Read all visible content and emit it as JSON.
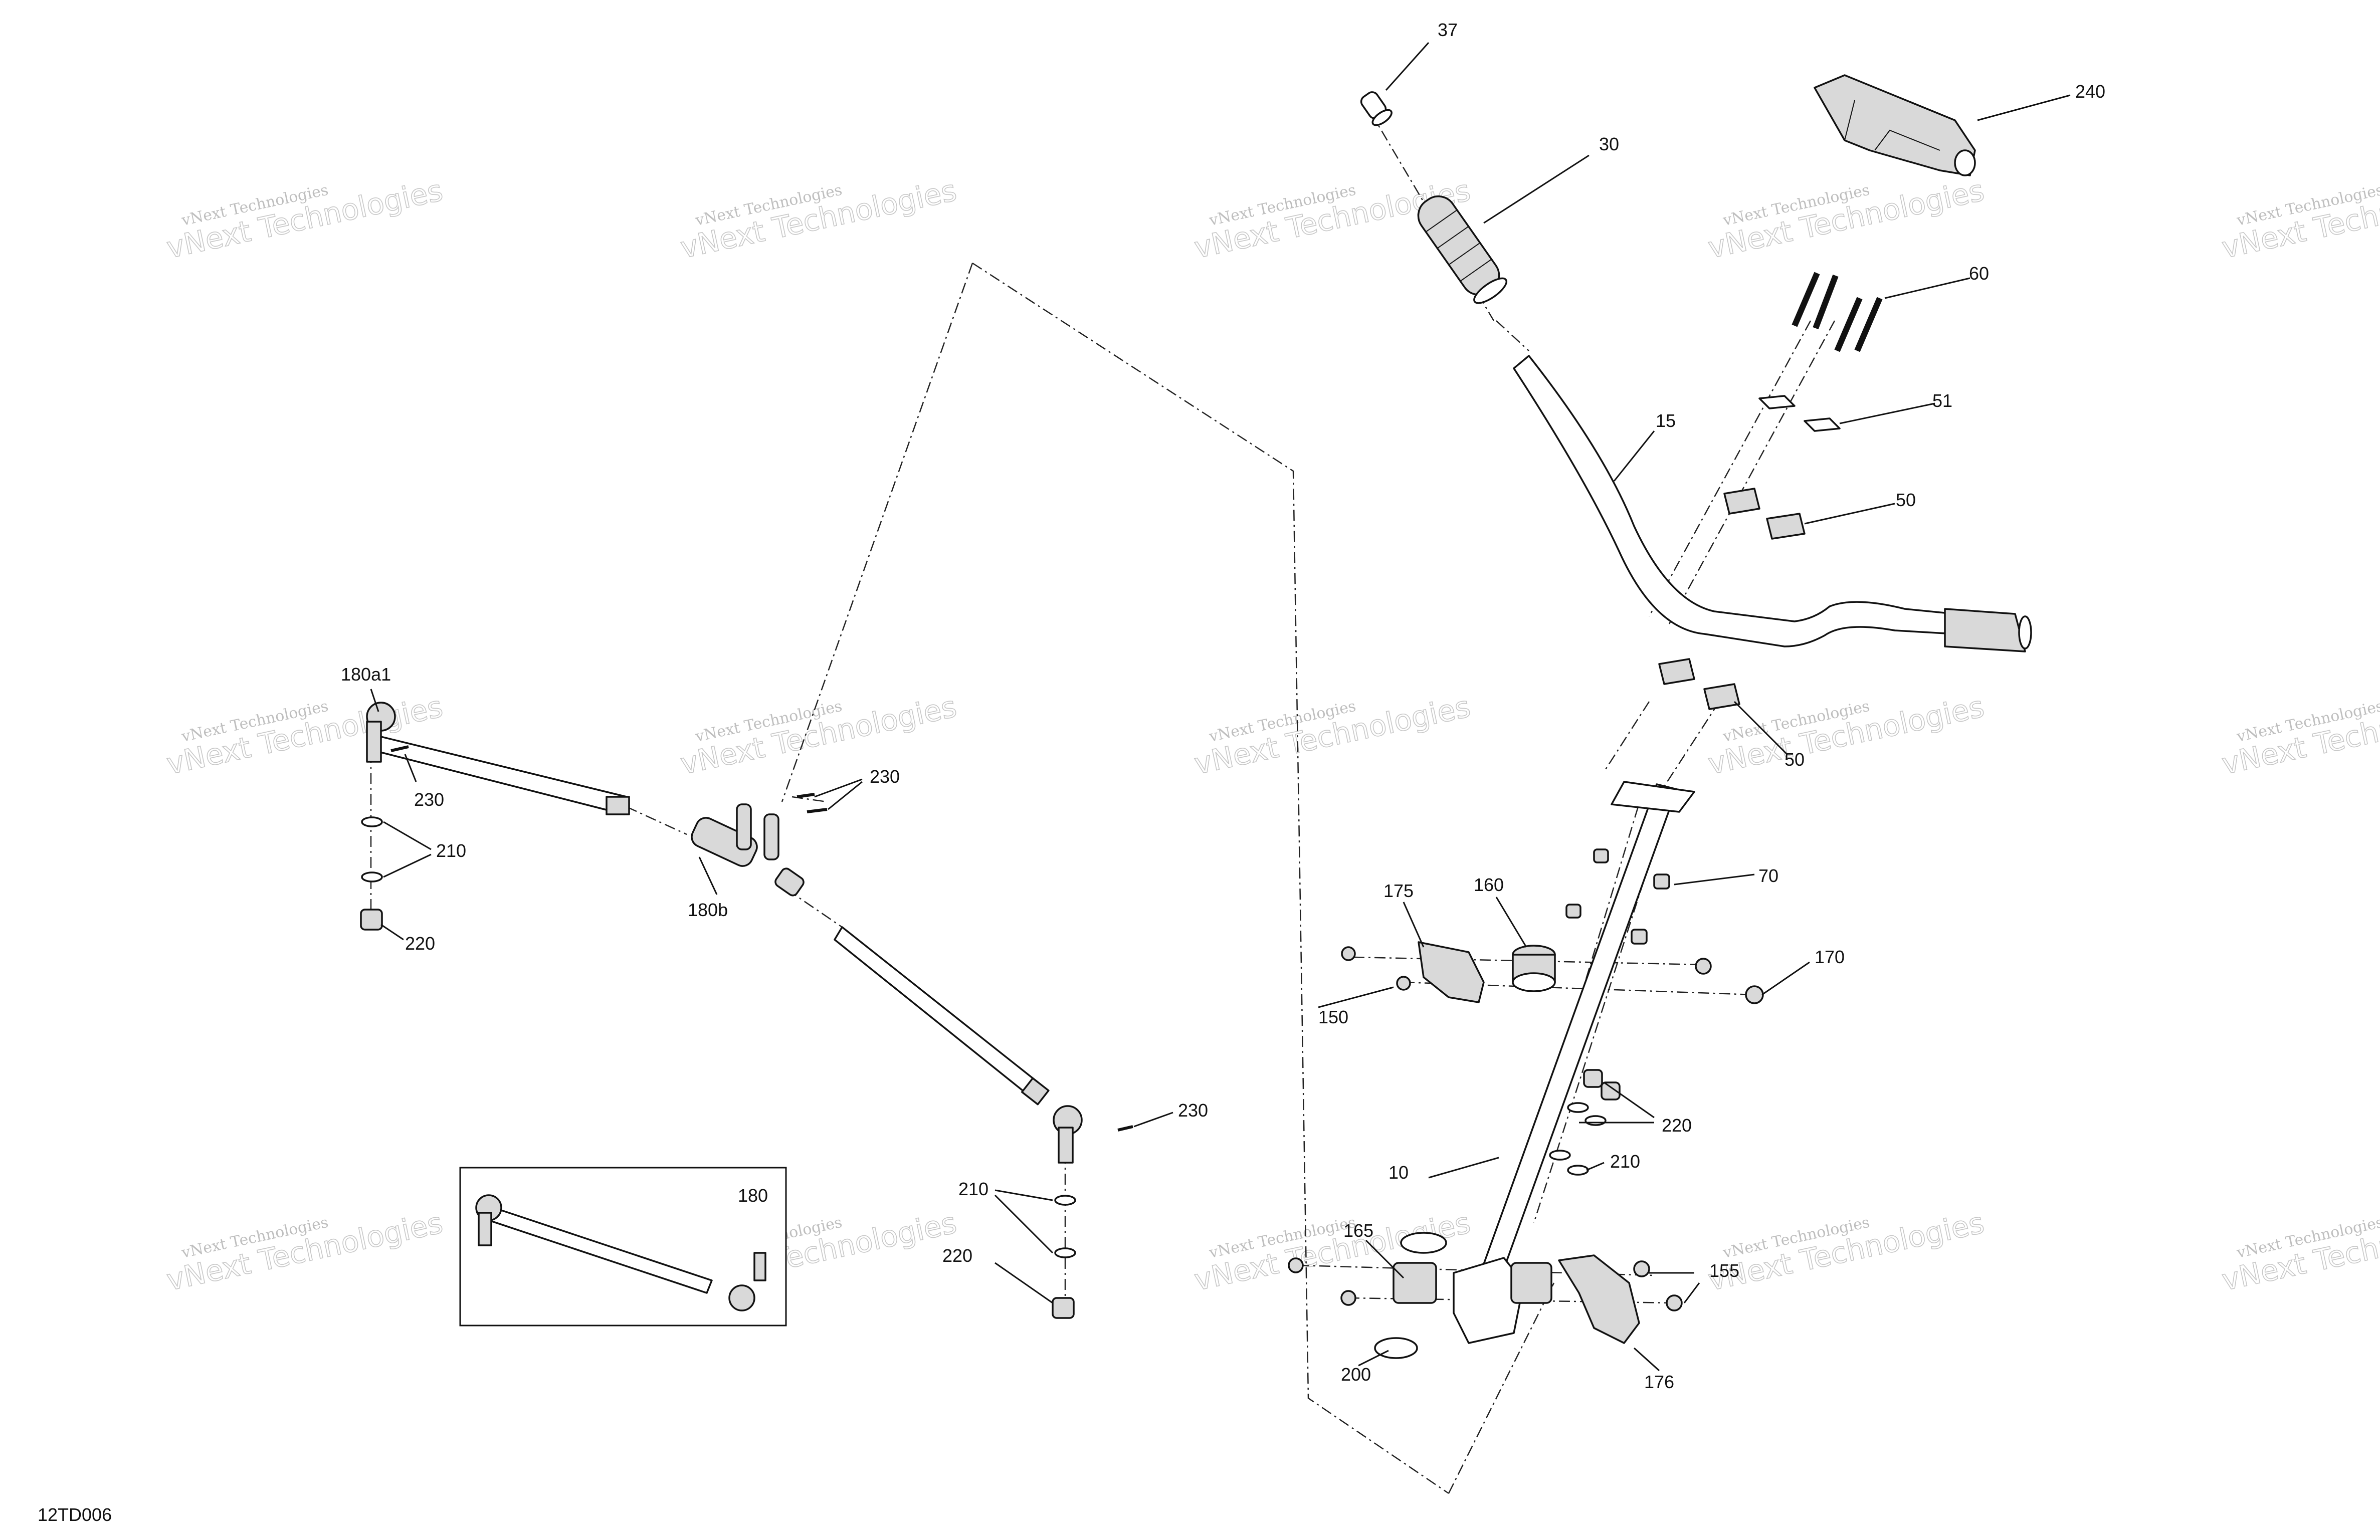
{
  "diagram": {
    "code": "12TD006",
    "inset_label": "180",
    "watermark": {
      "line1": "vNext Technologies",
      "line2": "vNext Technologies"
    },
    "callouts": [
      {
        "id": "c37",
        "text": "37"
      },
      {
        "id": "c30",
        "text": "30"
      },
      {
        "id": "c240",
        "text": "240"
      },
      {
        "id": "c60",
        "text": "60"
      },
      {
        "id": "c51",
        "text": "51"
      },
      {
        "id": "c15",
        "text": "15"
      },
      {
        "id": "c50a",
        "text": "50"
      },
      {
        "id": "c50b",
        "text": "50"
      },
      {
        "id": "c70",
        "text": "70"
      },
      {
        "id": "c175",
        "text": "175"
      },
      {
        "id": "c160",
        "text": "160"
      },
      {
        "id": "c170",
        "text": "170"
      },
      {
        "id": "c150",
        "text": "150"
      },
      {
        "id": "c220r",
        "text": "220"
      },
      {
        "id": "c210r",
        "text": "210"
      },
      {
        "id": "c10",
        "text": "10"
      },
      {
        "id": "c165",
        "text": "165"
      },
      {
        "id": "c155",
        "text": "155"
      },
      {
        "id": "c200",
        "text": "200"
      },
      {
        "id": "c176",
        "text": "176"
      },
      {
        "id": "c180a1",
        "text": "180a1"
      },
      {
        "id": "c230a",
        "text": "230"
      },
      {
        "id": "c210a",
        "text": "210"
      },
      {
        "id": "c220a",
        "text": "220"
      },
      {
        "id": "c230b",
        "text": "230"
      },
      {
        "id": "c180b",
        "text": "180b"
      },
      {
        "id": "c230c",
        "text": "230"
      },
      {
        "id": "c210b",
        "text": "210"
      },
      {
        "id": "c220b",
        "text": "220"
      }
    ]
  }
}
